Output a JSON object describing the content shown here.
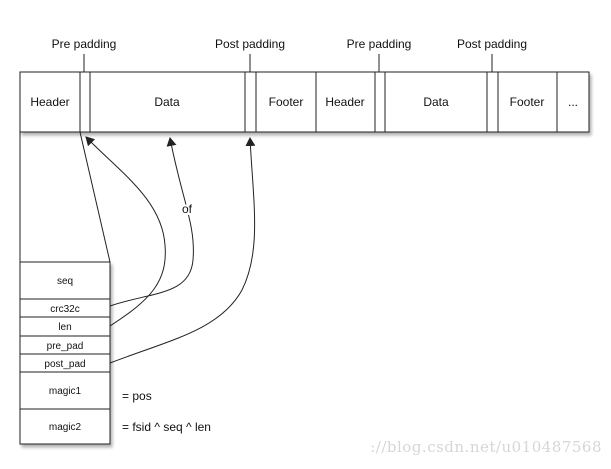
{
  "top_labels": {
    "pre_padding_1": "Pre padding",
    "post_padding_1": "Post padding",
    "pre_padding_2": "Pre padding",
    "post_padding_2": "Post padding"
  },
  "bar": {
    "header_1": "Header",
    "data_1": "Data",
    "footer_1": "Footer",
    "header_2": "Header",
    "data_2": "Data",
    "footer_2": "Footer",
    "ellipsis": "..."
  },
  "header_fields": {
    "seq": "seq",
    "crc32c": "crc32c",
    "len": "len",
    "pre_pad": "pre_pad",
    "post_pad": "post_pad",
    "magic1": "magic1",
    "magic2": "magic2"
  },
  "annotations": {
    "of": "of",
    "magic1_eq": "= pos",
    "magic2_eq": "= fsid ^ seq ^ len"
  },
  "watermark": "://blog.csdn.net/u010487568"
}
